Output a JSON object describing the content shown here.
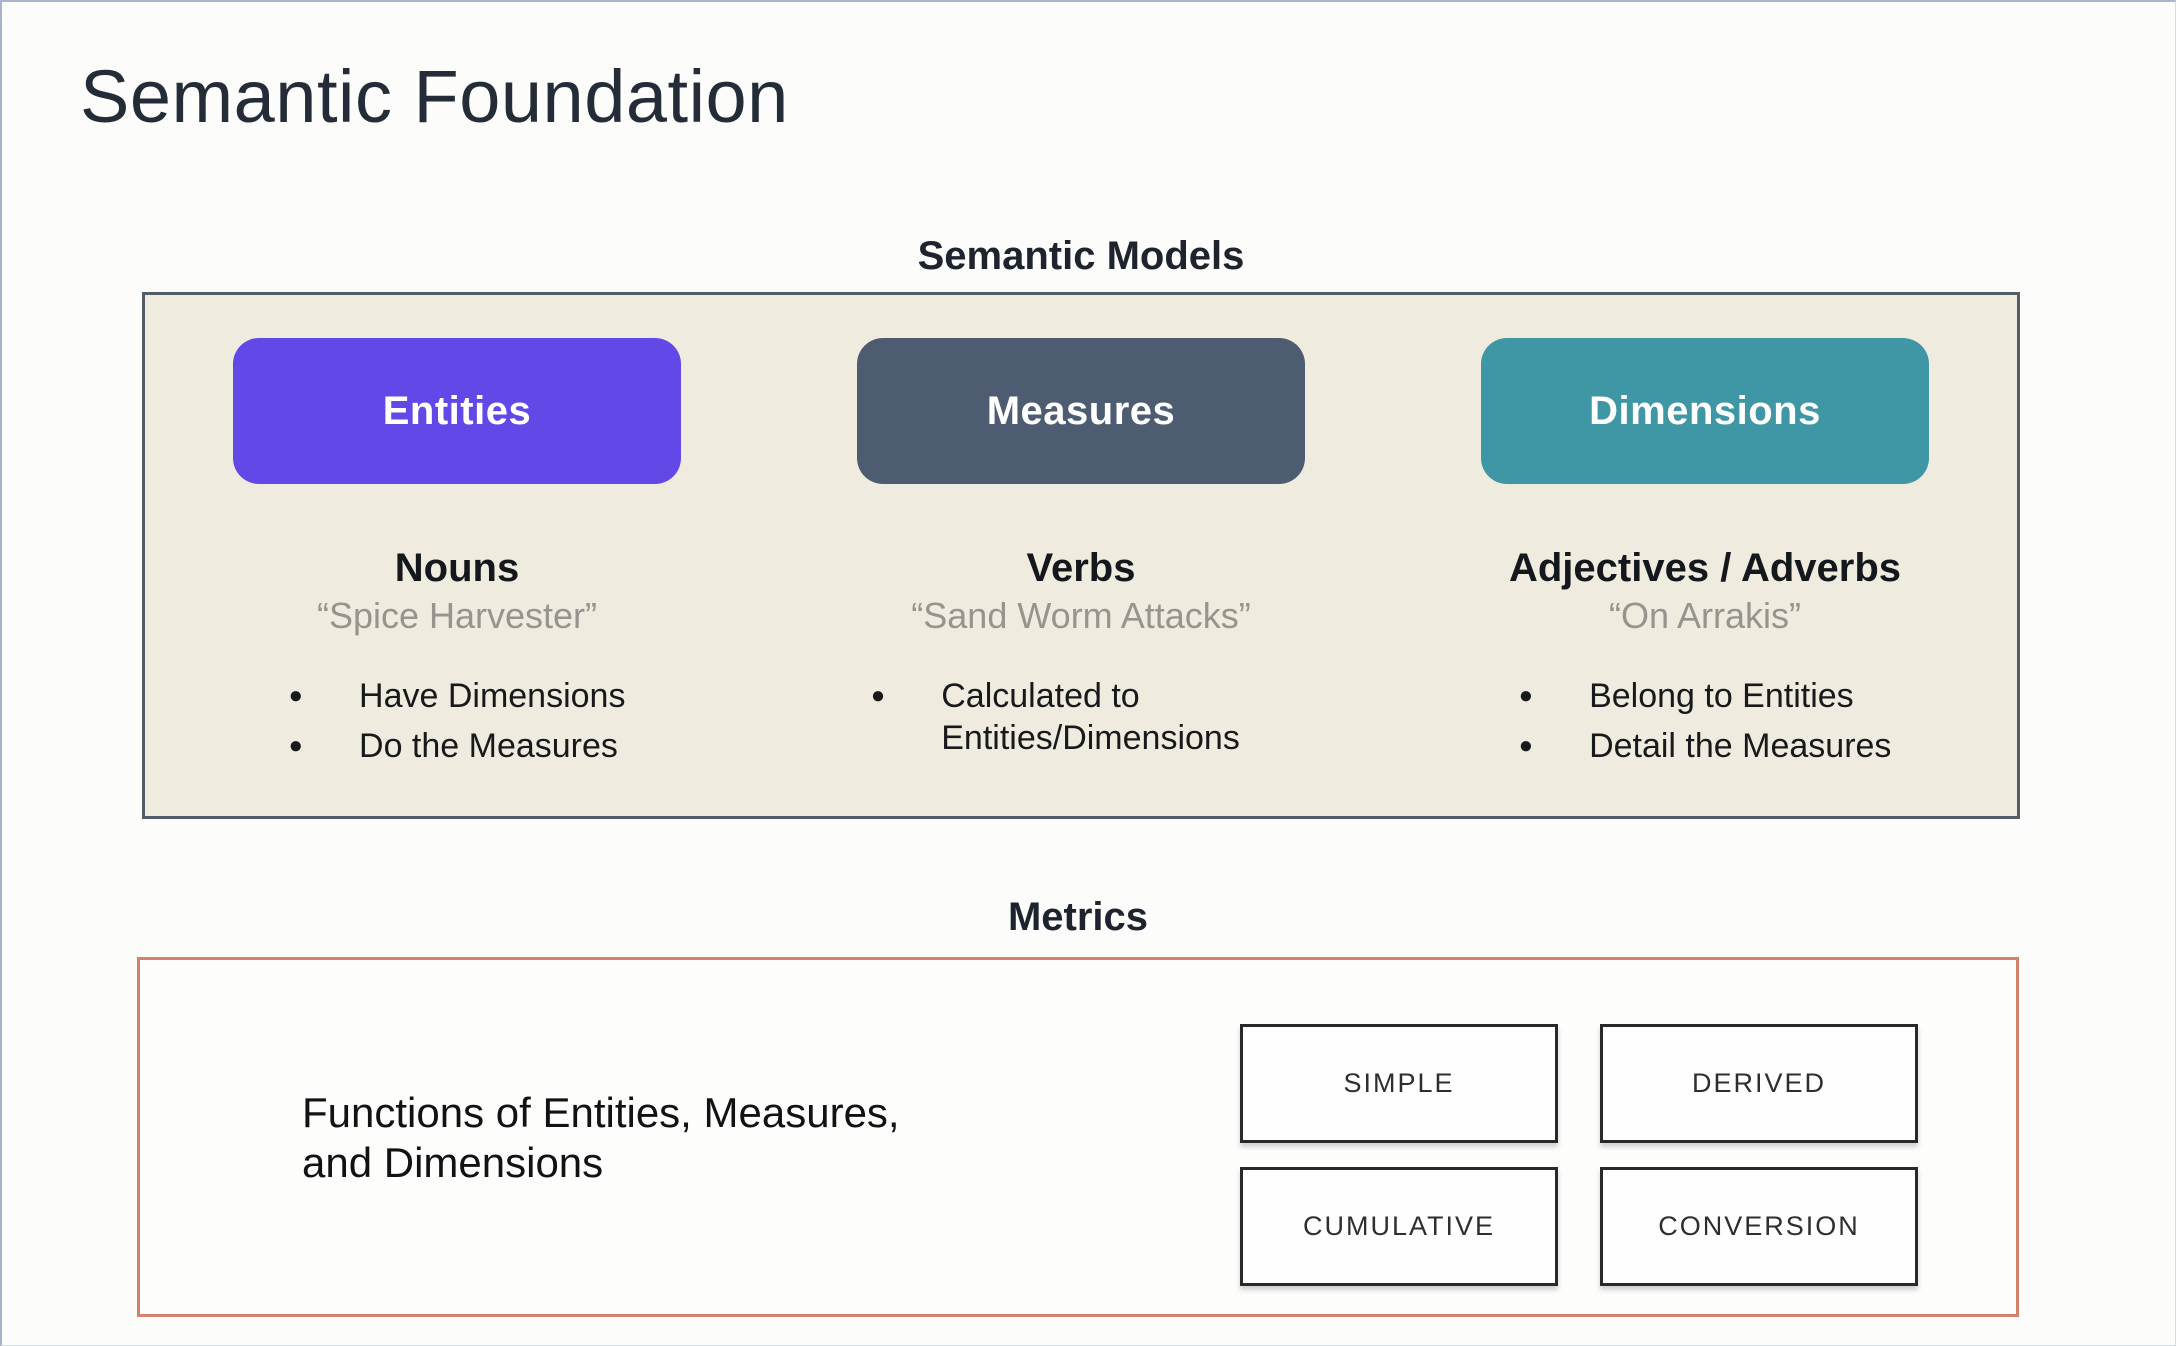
{
  "page": {
    "title": "Semantic Foundation"
  },
  "semantic_models": {
    "heading": "Semantic Models",
    "box_background": "#efebdf",
    "box_border_color": "#535d66",
    "columns": [
      {
        "id": "entities",
        "button_label": "Entities",
        "button_color": "#6348e8",
        "subtitle": "Nouns",
        "quote": "“Spice Harvester”",
        "bullets": [
          "Have Dimensions",
          "Do the Measures"
        ]
      },
      {
        "id": "measures",
        "button_label": "Measures",
        "button_color": "#4e5c72",
        "subtitle": "Verbs",
        "quote": "“Sand Worm Attacks”",
        "bullets": [
          "Calculated to Entities/Dimensions"
        ]
      },
      {
        "id": "dimensions",
        "button_label": "Dimensions",
        "button_color": "#3f96a4",
        "subtitle": "Adjectives / Adverbs",
        "quote": "“On Arrakis”",
        "bullets": [
          "Belong to Entities",
          "Detail the Measures"
        ]
      }
    ]
  },
  "metrics": {
    "heading": "Metrics",
    "border_color": "#d5826c",
    "description_line1": "Functions of Entities, Measures,",
    "description_line2": "and Dimensions",
    "types": [
      "SIMPLE",
      "DERIVED",
      "CUMULATIVE",
      "CONVERSION"
    ]
  }
}
